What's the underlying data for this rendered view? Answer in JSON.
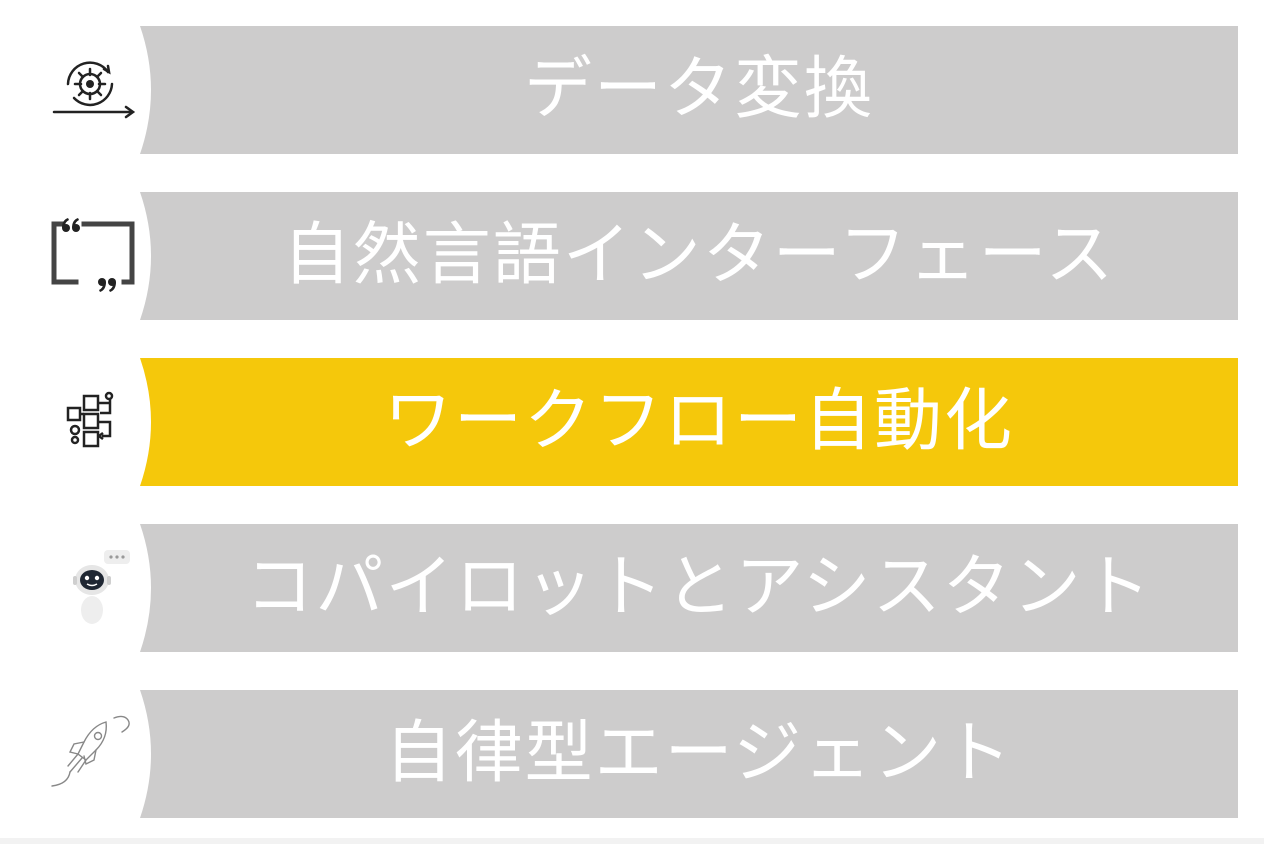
{
  "colors": {
    "default_banner": "#cdcccc",
    "highlight_banner": "#f5c80b",
    "label_text": "#ffffff",
    "icon_stroke": "#222222"
  },
  "items": [
    {
      "label": "データ変換",
      "icon": "gear-cycle-icon",
      "highlighted": false
    },
    {
      "label": "自然言語インターフェース",
      "icon": "quote-bracket-icon",
      "highlighted": false
    },
    {
      "label": "ワークフロー自動化",
      "icon": "workflow-blocks-icon",
      "highlighted": true
    },
    {
      "label": "コパイロットとアシスタント",
      "icon": "robot-assistant-icon",
      "highlighted": false
    },
    {
      "label": "自律型エージェント",
      "icon": "rocket-icon",
      "highlighted": false
    }
  ]
}
